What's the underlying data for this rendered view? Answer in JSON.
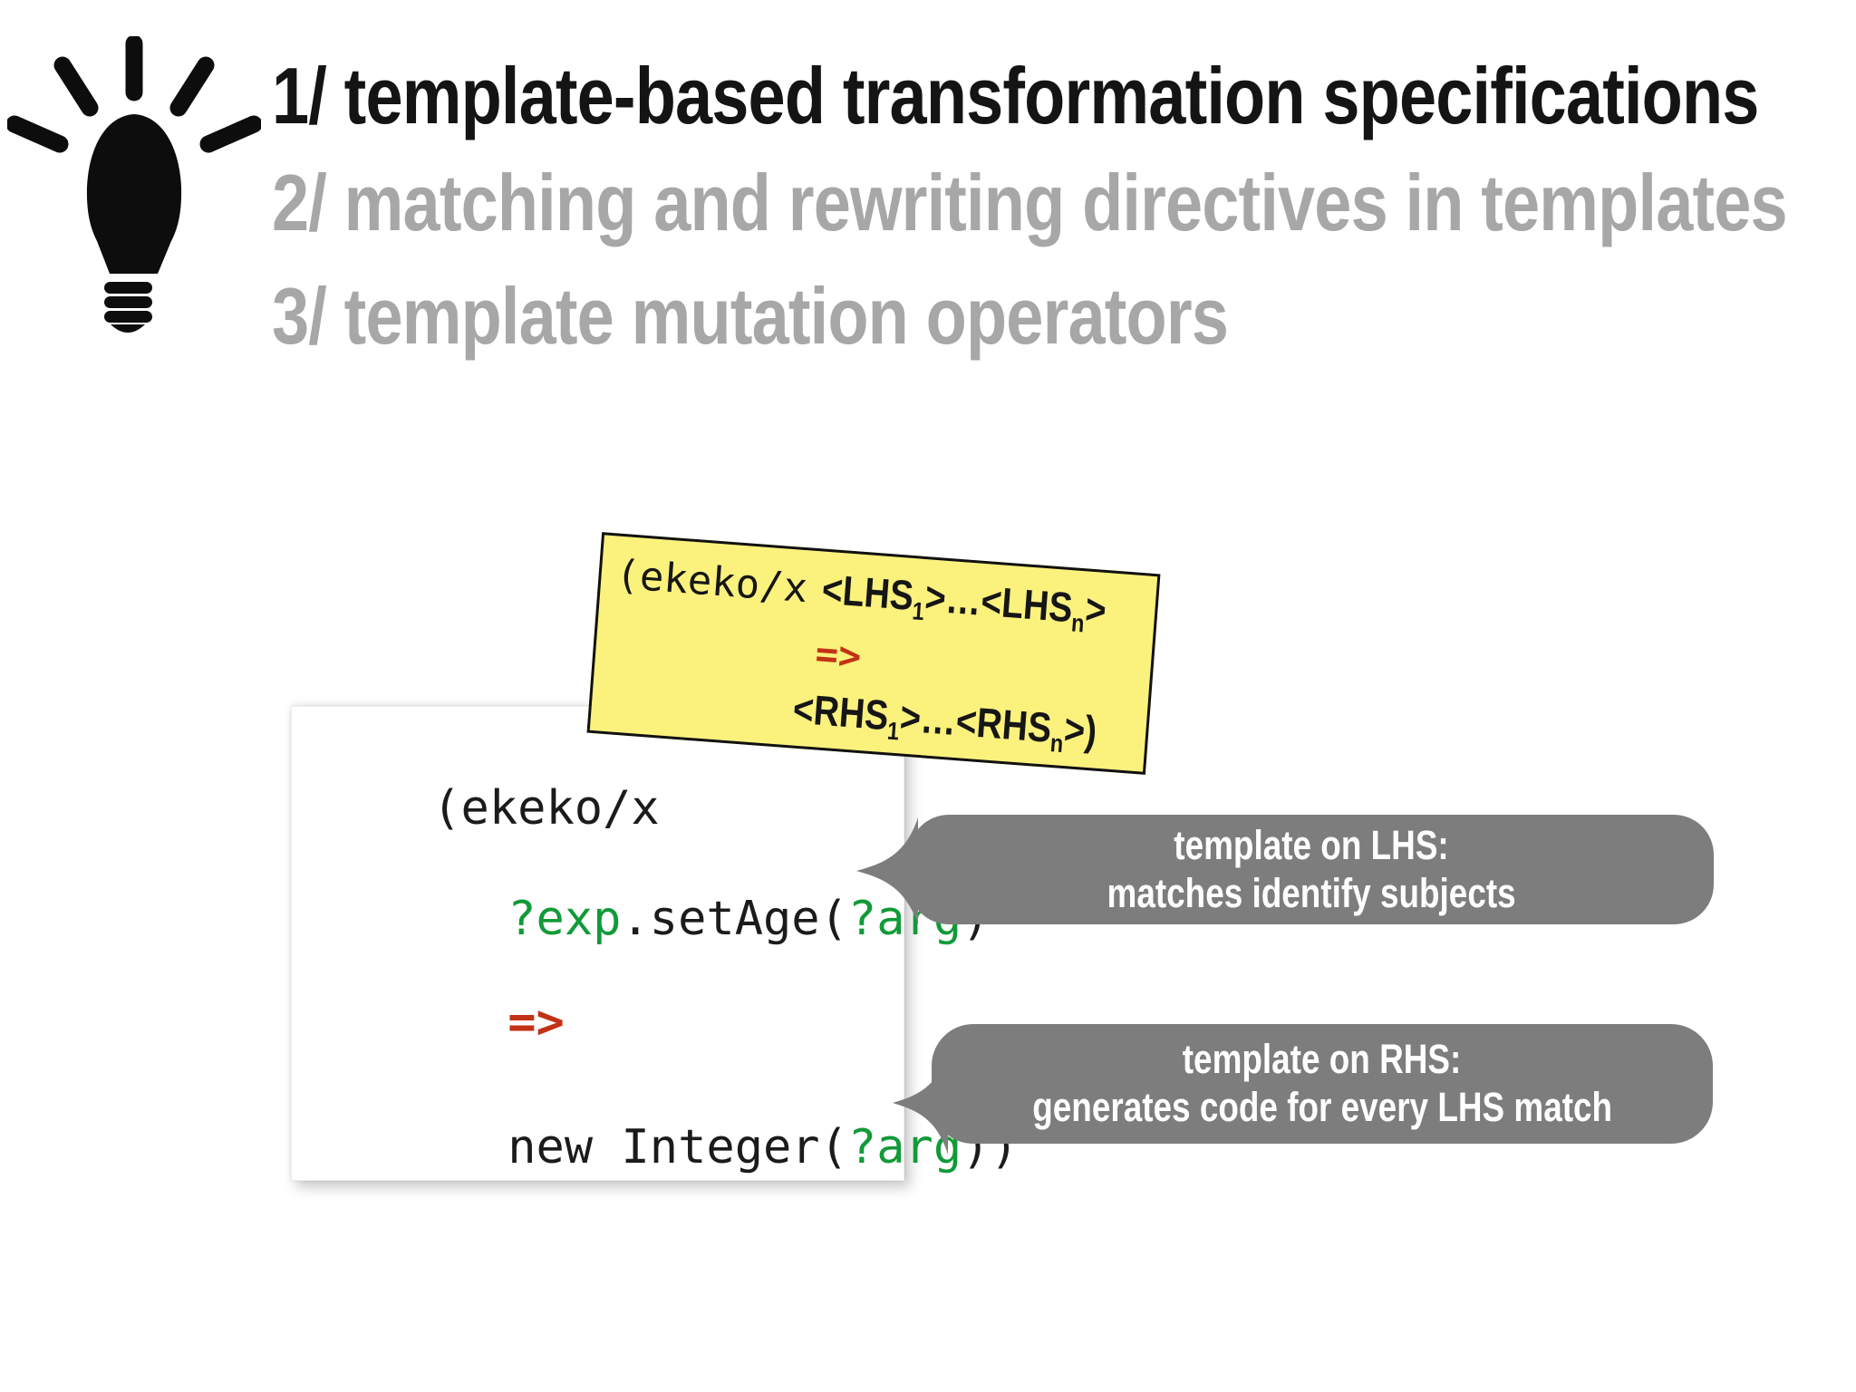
{
  "header": {
    "items": [
      {
        "label": "1/ template-based transformation specifications",
        "active": true
      },
      {
        "label": "2/ matching and rewriting directives in templates",
        "active": false
      },
      {
        "label": "3/ template mutation operators",
        "active": false
      }
    ]
  },
  "note": {
    "keyword": "(ekeko/x",
    "lhs_open": "<LHS",
    "lhs_sub1": "1",
    "lhs_mid": ">…<LHS",
    "lhs_subn": "n",
    "lhs_close": ">",
    "arrow": "=>",
    "rhs_open": "<RHS",
    "rhs_sub1": "1",
    "rhs_mid": ">…<RHS",
    "rhs_subn": "n",
    "rhs_close": ">)"
  },
  "code": {
    "line1": "(ekeko/x",
    "line2": {
      "var1": "?exp",
      "mid": ".setAge(",
      "var2": "?arg",
      "end": ")"
    },
    "line3": "=>",
    "line4": {
      "pre": "new Integer(",
      "var": "?arg",
      "end": "))"
    }
  },
  "callouts": {
    "lhs": {
      "line1": "template on LHS:",
      "line2": "matches identify subjects"
    },
    "rhs": {
      "line1": "template on RHS:",
      "line2": "generates code for every LHS match"
    }
  },
  "colors": {
    "variable_green": "#119a38",
    "arrow_red": "#c23214",
    "note_yellow": "#fbf17d",
    "bubble_gray": "#7d7d7d",
    "muted_gray": "#a7a7a7",
    "title_black": "#141414"
  },
  "icons": {
    "lightbulb": "idea-lightbulb"
  }
}
